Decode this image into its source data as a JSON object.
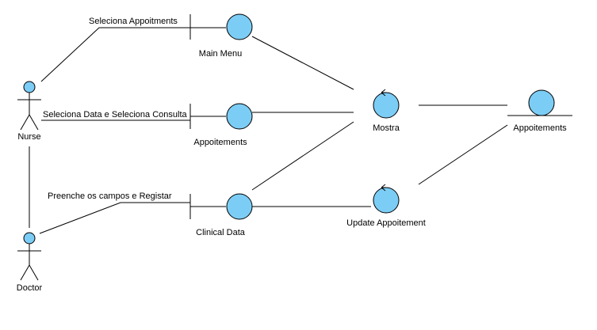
{
  "diagram": {
    "actors": {
      "nurse": "Nurse",
      "doctor": "Doctor"
    },
    "boundaries": {
      "main_menu": "Main Menu",
      "appoitements": "Appoitements",
      "clinical_data": "Clinical Data"
    },
    "controls": {
      "mostra": "Mostra",
      "update_appoitement": "Update Appoitement"
    },
    "entities": {
      "appoitements": "Appoitements"
    },
    "messages": {
      "seleciona_appoitments": "Seleciona Appoitments",
      "seleciona_data_consulta": "Seleciona Data e Seleciona Consulta",
      "preenche_registar": "Preenche os campos e Registar"
    }
  },
  "colors": {
    "element_fill": "#7ccdf5",
    "stroke": "#000000"
  }
}
